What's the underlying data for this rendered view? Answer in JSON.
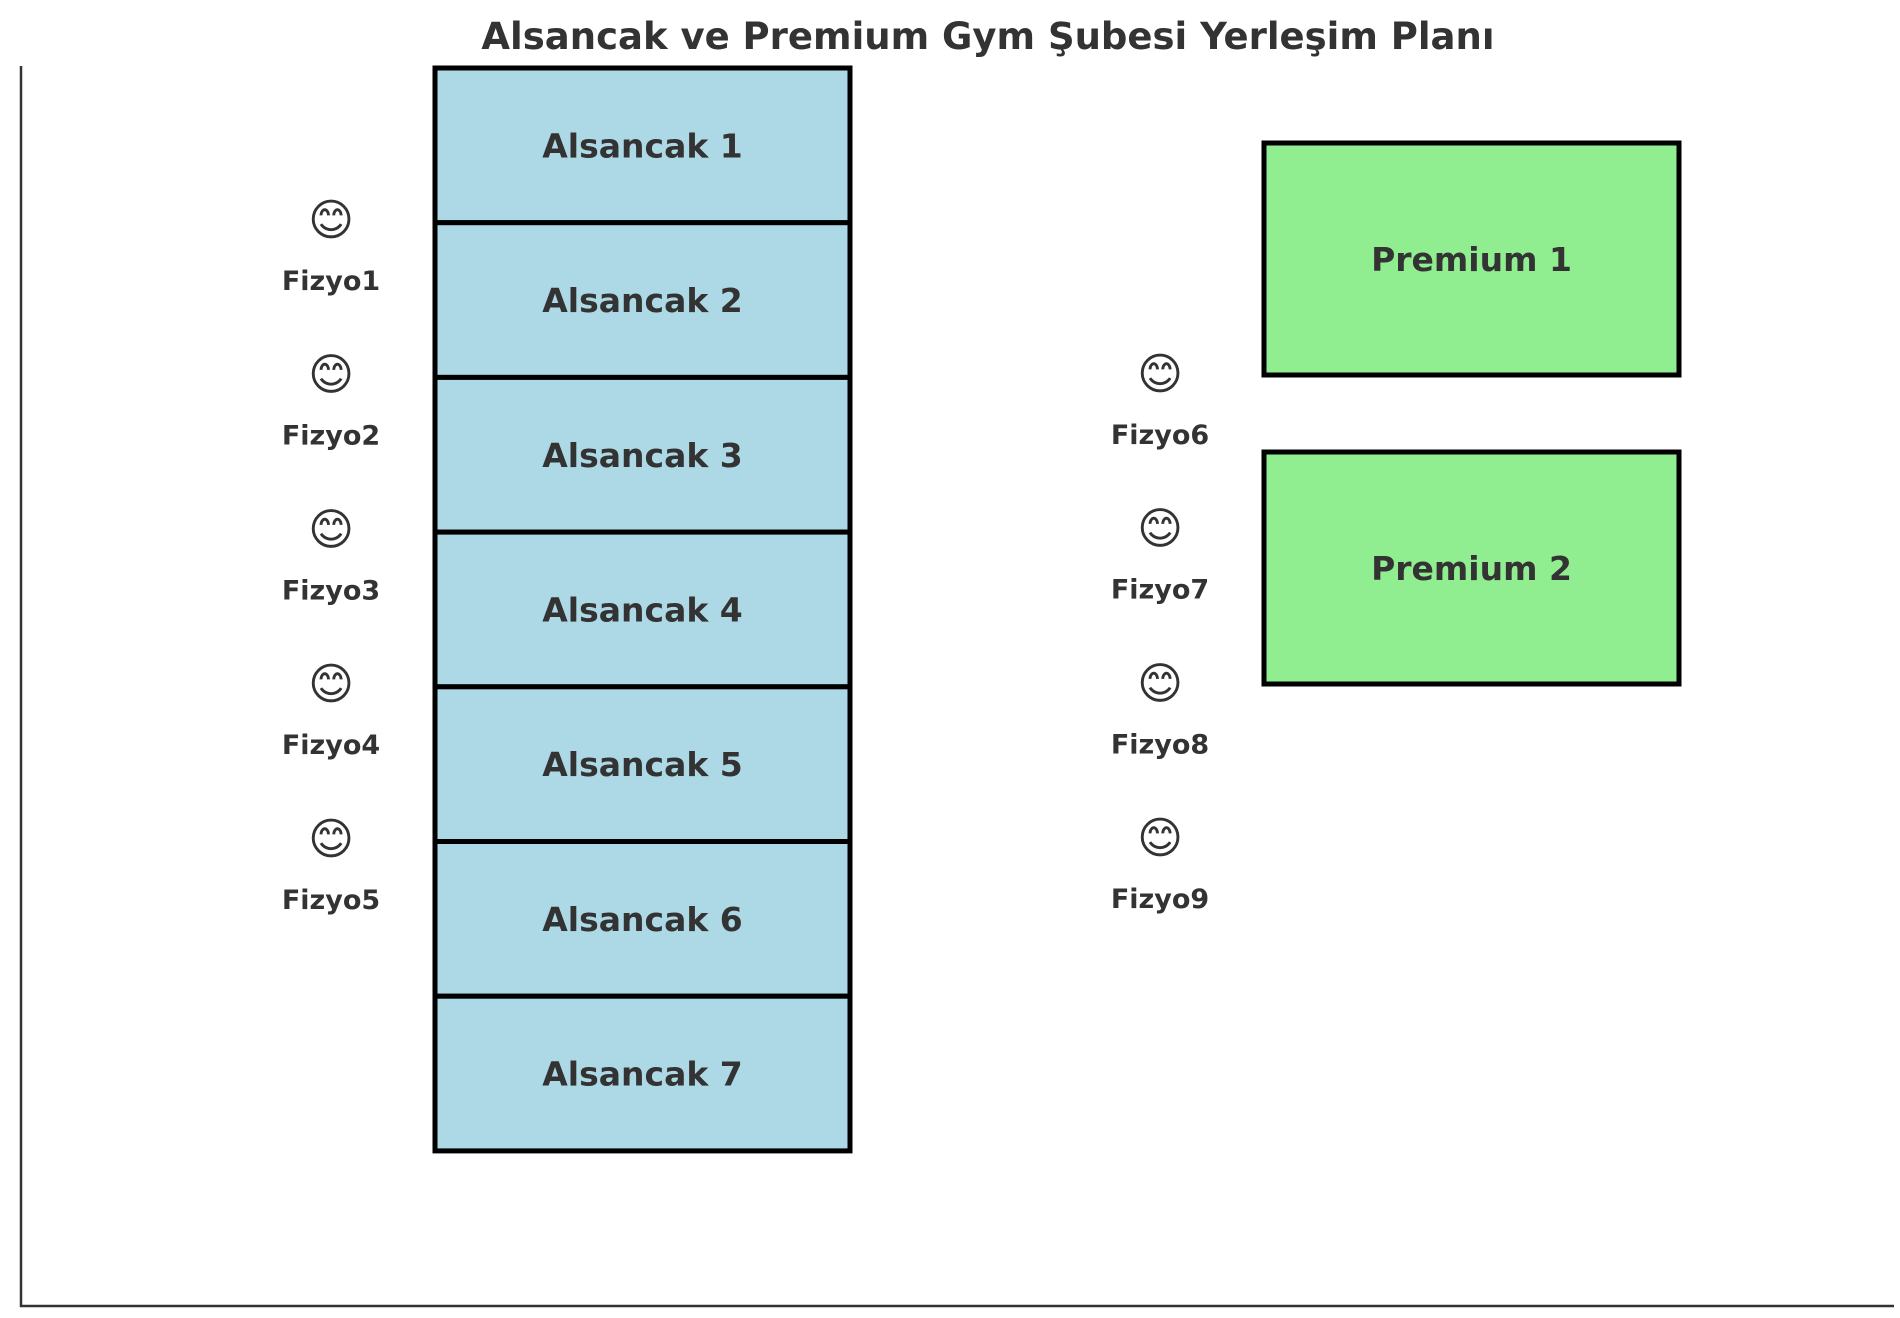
{
  "title": "Alsancak ve Premium Gym Şubesi Yerleşim Planı",
  "colors": {
    "alsancak_fill": "#add8e6",
    "premium_fill": "#90ee90",
    "outline": "#000000",
    "text": "#333333"
  },
  "alsancak_rooms": [
    {
      "label": "Alsancak 1"
    },
    {
      "label": "Alsancak 2"
    },
    {
      "label": "Alsancak 3"
    },
    {
      "label": "Alsancak 4"
    },
    {
      "label": "Alsancak 5"
    },
    {
      "label": "Alsancak 6"
    },
    {
      "label": "Alsancak 7"
    }
  ],
  "premium_rooms": [
    {
      "label": "Premium 1"
    },
    {
      "label": "Premium 2"
    }
  ],
  "staff_icon": "😊",
  "alsancak_staff": [
    {
      "name": "Fizyo1"
    },
    {
      "name": "Fizyo2"
    },
    {
      "name": "Fizyo3"
    },
    {
      "name": "Fizyo4"
    },
    {
      "name": "Fizyo5"
    }
  ],
  "premium_staff": [
    {
      "name": "Fizyo6"
    },
    {
      "name": "Fizyo7"
    },
    {
      "name": "Fizyo8"
    },
    {
      "name": "Fizyo9"
    }
  ]
}
